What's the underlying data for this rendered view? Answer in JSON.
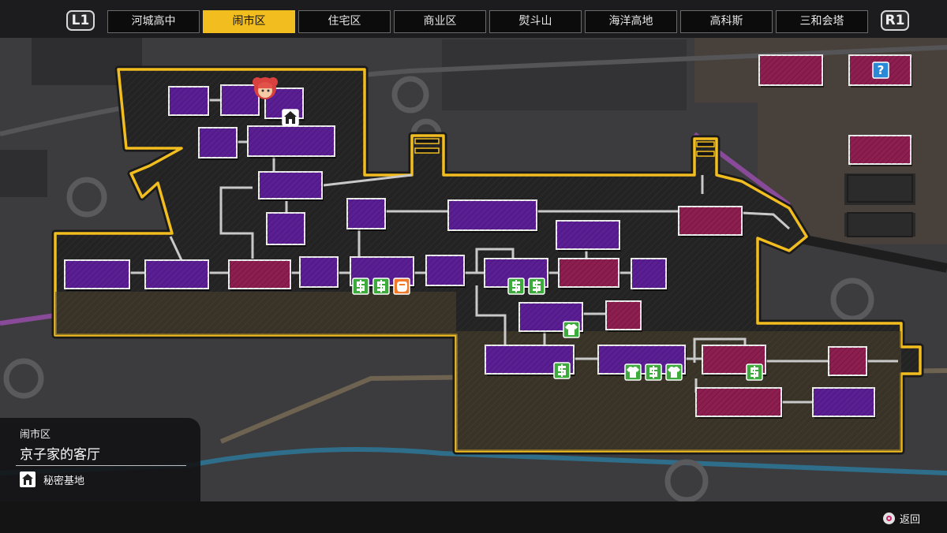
{
  "nav": {
    "left_shoulder": "L1",
    "right_shoulder": "R1",
    "tabs": [
      {
        "label": "河城高中",
        "active": false
      },
      {
        "label": "闹市区",
        "active": true
      },
      {
        "label": "住宅区",
        "active": false
      },
      {
        "label": "商业区",
        "active": false
      },
      {
        "label": "熨斗山",
        "active": false
      },
      {
        "label": "海洋高地",
        "active": false
      },
      {
        "label": "高科斯",
        "active": false
      },
      {
        "label": "三和会塔",
        "active": false
      }
    ]
  },
  "location": {
    "district": "闹市区",
    "room": "京子家的客厅",
    "legend_label": "秘密基地",
    "legend_icon": "house-icon"
  },
  "footer": {
    "back_label": "返回",
    "back_icon": "circle-button-icon"
  },
  "map": {
    "accent": "#f2bd1e",
    "unvisited_room_color": "#5b1e95",
    "visited_room_color": "#8d1e4f",
    "shop_icon_color": "#3cab3c",
    "icons": [
      "house-icon",
      "shop-icon",
      "clothing-icon",
      "dojo-icon",
      "mystery-icon",
      "player-marker-icon"
    ]
  }
}
